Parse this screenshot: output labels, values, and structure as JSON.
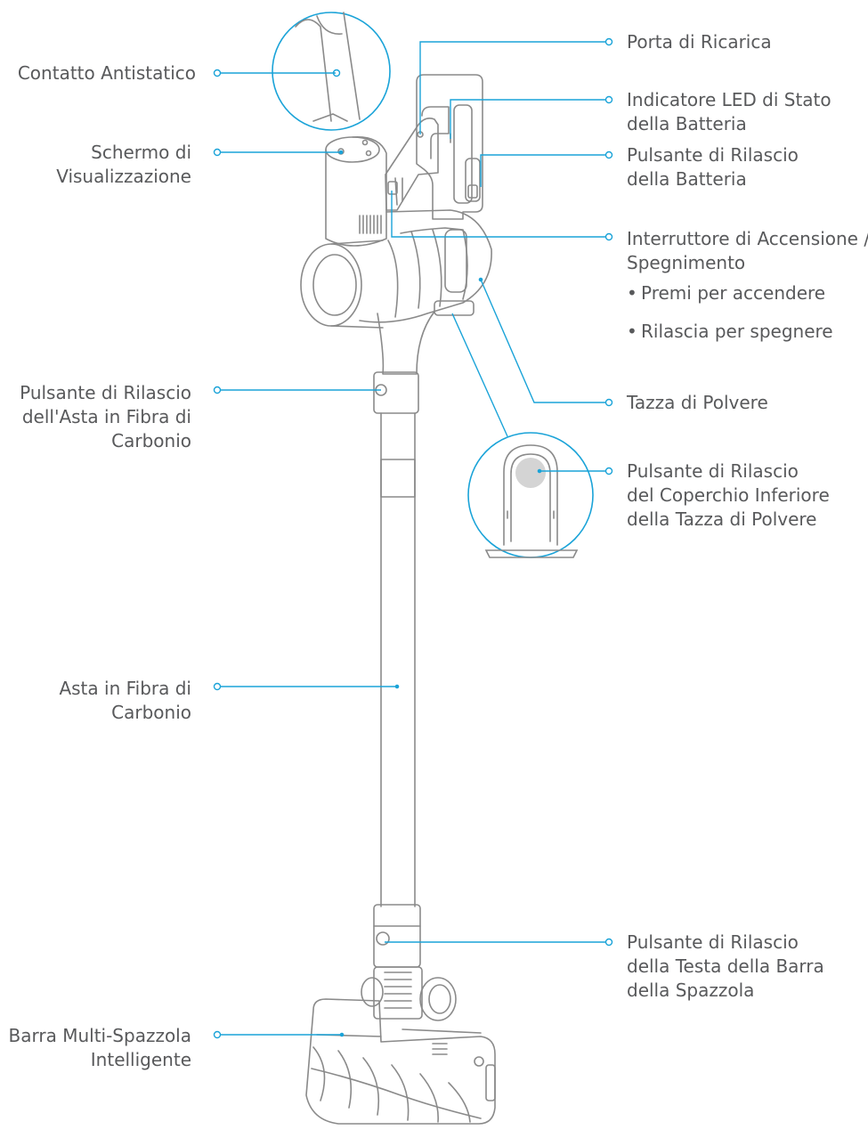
{
  "colors": {
    "callout": "#1aa3d8",
    "outline": "#8a8a8a",
    "text": "#58595b",
    "button_fill": "#d4d4d4"
  },
  "labels": {
    "contatto_antistatico": [
      "Contatto Antistatico"
    ],
    "schermo": [
      "Schermo di",
      "Visualizzazione"
    ],
    "rilascio_asta": [
      "Pulsante di Rilascio",
      "dell'Asta in Fibra di",
      "Carbonio"
    ],
    "asta": [
      "Asta in Fibra di",
      "Carbonio"
    ],
    "barra": [
      "Barra Multi-Spazzola",
      "Intelligente"
    ],
    "porta_ricarica": [
      "Porta di Ricarica"
    ],
    "led_batteria": [
      "Indicatore LED di Stato",
      "della Batteria"
    ],
    "rilascio_batteria": [
      "Pulsante di Rilascio",
      "della Batteria"
    ],
    "interruttore": [
      "Interruttore di Accensione /",
      "Spegnimento"
    ],
    "interruttore_bullets": [
      "Premi per accendere",
      "Rilascia per spegnere"
    ],
    "tazza": [
      "Tazza di Polvere"
    ],
    "rilascio_coperchio": [
      "Pulsante di Rilascio",
      "del Coperchio Inferiore",
      "della Tazza di Polvere"
    ],
    "rilascio_testa": [
      "Pulsante di Rilascio",
      "della Testa della Barra",
      "della Spazzola"
    ]
  }
}
